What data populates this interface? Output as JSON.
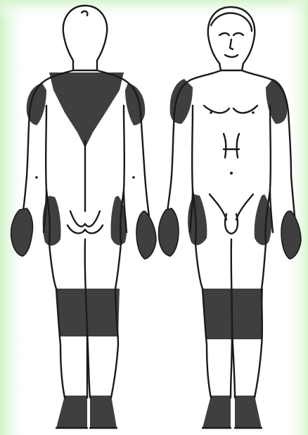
{
  "colors": {
    "background": "#ffffff",
    "frame_glow": "#dff7d9",
    "outline": "#1a1a1a",
    "skin": "#ffffff",
    "highlight_region": "#3f3f3f"
  },
  "figures": [
    {
      "id": "back-view",
      "view": "back"
    },
    {
      "id": "front-view",
      "view": "front"
    }
  ],
  "highlighted_regions": [
    "upper-back",
    "shoulders",
    "hips",
    "knees",
    "ankles-feet"
  ]
}
